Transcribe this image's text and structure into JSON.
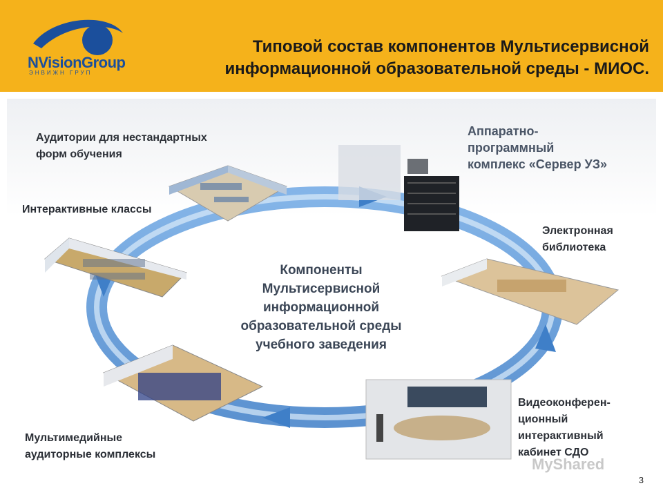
{
  "brand": {
    "logo_text": "NVisionGroup",
    "logo_subtext": "ЭНВИЖН ГРУП",
    "accent": "#f5b21b",
    "logo_color": "#1b4f9c"
  },
  "header": {
    "title_line1": "Типовой состав компонентов  Мультисервисной",
    "title_line2": "информационной образовательной среды - МИОС."
  },
  "center": {
    "line1": "Компоненты",
    "line2": "Мультисервисной",
    "line3": "информационной",
    "line4": "образовательной среды",
    "line5": "учебного заведения"
  },
  "components": {
    "nonstandard_line1": "Аудитории для нестандартных",
    "nonstandard_line2": "форм обучения",
    "interactive": "Интерактивные классы",
    "multimedia_line1": "Мультимедийные",
    "multimedia_line2": "аудиторные комплексы",
    "server_line1": "Аппаратно-",
    "server_line2": "программный",
    "server_line3": "комплекс «Сервер УЗ»",
    "library_line1": "Электронная",
    "library_line2": "библиотека",
    "video_line1": "Видеоконферен-",
    "video_line2": "ционный",
    "video_line3": "интерактивный",
    "video_line4": "кабинет СДО"
  },
  "icons": [
    "logo-eye-icon",
    "server-icon",
    "classroom-icon",
    "library-icon",
    "videoconference-icon",
    "auditorium-icon"
  ],
  "page_number": "3",
  "watermark": "MyShared",
  "colors": {
    "ring": "#5c9bdc",
    "ring_light": "#bcd6f2",
    "text": "#2b2f36"
  }
}
